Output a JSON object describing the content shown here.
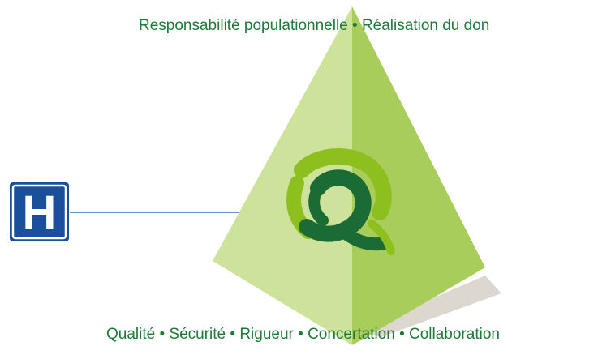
{
  "top_caption": "Responsabilité populationnelle • Réalisation du don",
  "bottom_caption": "Qualité • Sécurité • Rigueur • Concertation • Collaboration",
  "hospital_sign": {
    "letter": "H",
    "icon": "hospital-sign-icon"
  },
  "logo": {
    "icon": "q-logo-icon"
  },
  "colors": {
    "text": "#1f7a3a",
    "pyramid_left_face": "#cde29a",
    "pyramid_right_face": "#a9cd5a",
    "pyramid_shadow": "#ddd8cf",
    "logo_light": "#8dbf1f",
    "logo_dark": "#1b6b34",
    "sign_blue": "#1a4f9c",
    "connector_line": "#3f6fb0"
  }
}
